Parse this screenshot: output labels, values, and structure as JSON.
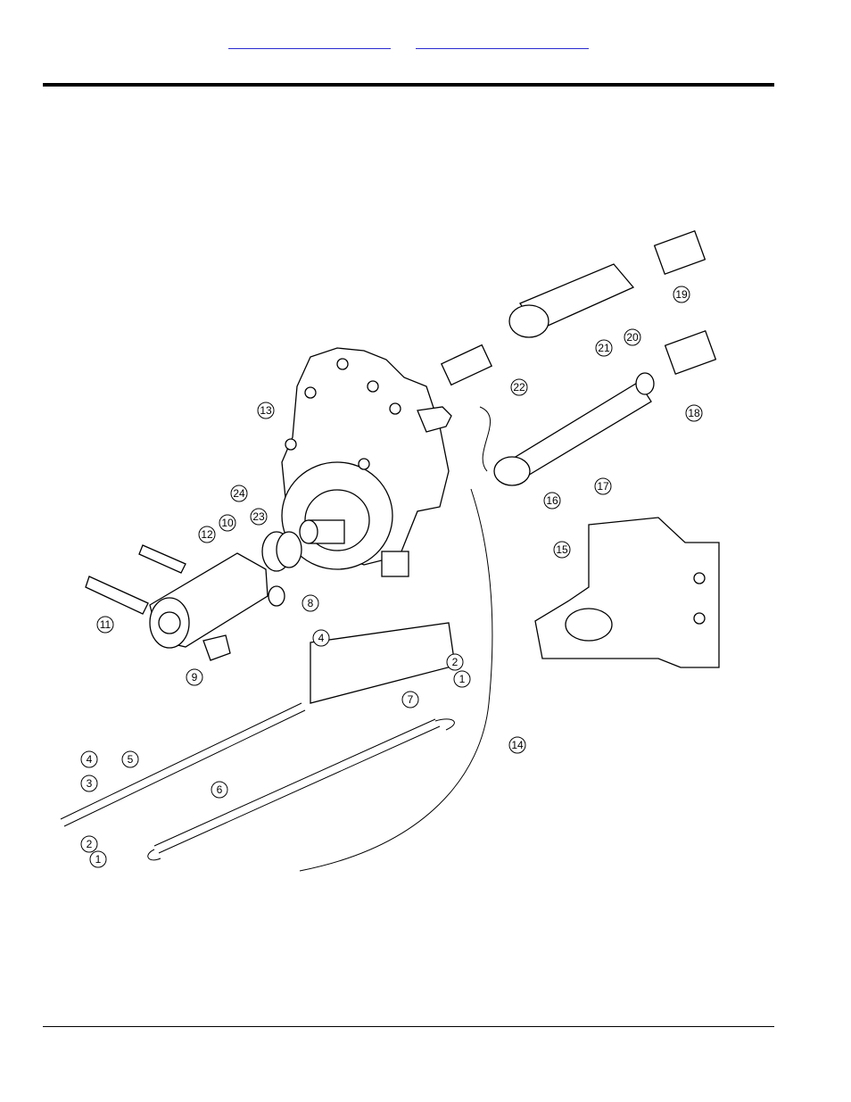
{
  "header": {
    "links": [
      {
        "label": ""
      },
      {
        "label": ""
      }
    ]
  },
  "diagram": {
    "callouts": [
      "1",
      "2",
      "3",
      "4",
      "5",
      "6",
      "7",
      "8",
      "9",
      "10",
      "11",
      "12",
      "13",
      "14",
      "15",
      "16",
      "17",
      "18",
      "19",
      "20",
      "21",
      "22",
      "23",
      "24"
    ]
  }
}
